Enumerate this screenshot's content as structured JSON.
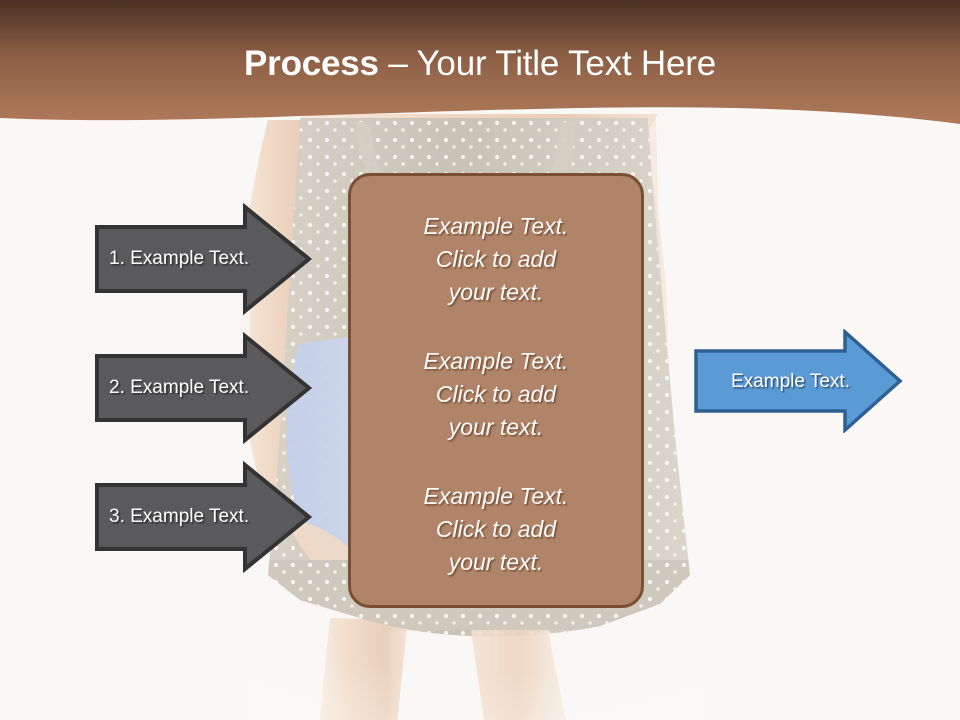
{
  "slide": {
    "background_color": "#faf8f6",
    "banner_gradient_top": "#4f3425",
    "banner_gradient_bottom": "#b0795a",
    "title": {
      "bold_part": "Process",
      "separator": " – ",
      "regular_part": "Your Title Text Here",
      "color": "#ffffff"
    }
  },
  "photo": {
    "description": "woman-in-polka-dot-nightgown-holding-blue-hot-water-bottle",
    "skin_color": "#f0dccb",
    "garment_color": "#cfc8bd",
    "object_color": "#ccd6ee"
  },
  "center_panel": {
    "fill_color": "#b08468",
    "border_color": "#7a4f33",
    "blocks": [
      "Example Text. Click  to add your text.",
      "Example Text. Click  to add your text.",
      "Example Text. Click  to add your text."
    ],
    "block_lines": [
      [
        "Example Text.",
        "Click  to add",
        "your text."
      ],
      [
        "Example Text.",
        "Click  to add",
        "your text."
      ],
      [
        "Example Text.",
        "Click  to add",
        "your text."
      ]
    ]
  },
  "left_arrows": [
    {
      "label": "1. Example Text.",
      "fill_color": "#5a5a5c",
      "border_color": "#333333"
    },
    {
      "label": "2. Example Text.",
      "fill_color": "#5a5a5c",
      "border_color": "#333333"
    },
    {
      "label": "3. Example Text.",
      "fill_color": "#5a5a5c",
      "border_color": "#333333"
    }
  ],
  "right_arrow": {
    "label": "Example Text.",
    "fill_color": "#5b9bd5",
    "border_color": "#2e6094"
  }
}
